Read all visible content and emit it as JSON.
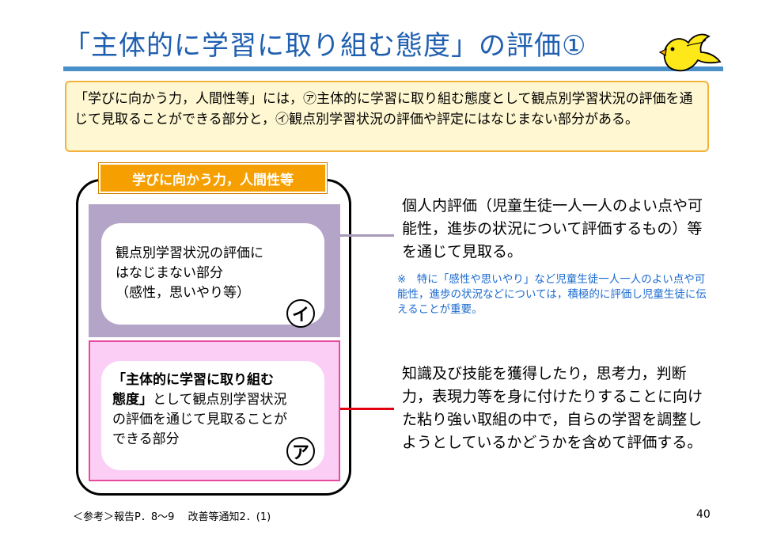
{
  "title": "「主体的に学習に取り組む態度」の評価①",
  "intro_text": "「学びに向かう力，人間性等」には，㋐主体的に学習に取り組む態度として観点別学習状況の評価を通じて見取ることができる部分と，㋑観点別学習状況の評価や評定にはなじまない部分がある。",
  "tag_label": "学びに向かう力，人間性等",
  "purple_card": {
    "line1": "観点別学習状況の評価に",
    "line2": "はなじまない部分",
    "line3": "（感性，思いやり等）"
  },
  "pink_card": {
    "bold1": "「主体的に学習に取り組む",
    "bold2": "態度」",
    "rest2": "として観点別学習状況",
    "line3": "の評価を通じて見取ることが",
    "line4": "できる部分"
  },
  "mark_i": "イ",
  "mark_a": "ア",
  "right_text_1": "個人内評価（児童生徒一人一人のよい点や可能性，進歩の状況について評価するもの）等を通じて見取る。",
  "right_note": "※　特に「感性や思いやり」など児童生徒一人一人のよい点や可能性，進歩の状況などについては，積極的に評価し児童生徒に伝えることが重要。",
  "right_text_2": "知識及び技能を獲得したり，思考力，判断力，表現力等を身に付けたりすることに向けた粘り強い取組の中で，自らの学習を調整しようとしているかどうかを含めて評価する。",
  "footer_ref": "＜参考＞報告P．8～9　 改善等通知2．(1)",
  "page_number": "40",
  "colors": {
    "title": "#1f5fb0",
    "title_bar": "#4a90c8",
    "intro_bg": "#fff7d1",
    "intro_border": "#f2b33d",
    "tag": "#f5a000",
    "purple": "#b4a4c8",
    "pink": "#fbcff5",
    "pink_border": "#e8499c",
    "red_line": "#e00010",
    "note_text": "#1a6ad0"
  }
}
